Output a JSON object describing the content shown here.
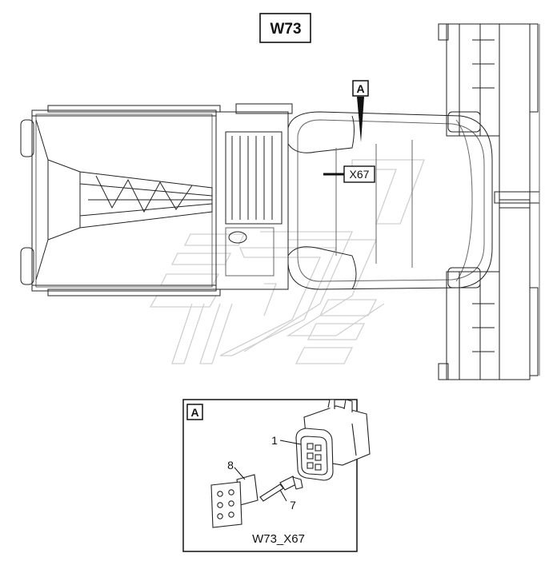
{
  "diagram": {
    "title": "W73",
    "detail_ref": "A",
    "connector_callout": "X67"
  },
  "detail": {
    "ref": "A",
    "caption": "W73_X67",
    "parts": [
      {
        "number": "1"
      },
      {
        "number": "8"
      },
      {
        "number": "7"
      }
    ]
  },
  "colors": {
    "line": "#222222",
    "light_line": "#666666",
    "watermark": "#d0d0d0"
  }
}
